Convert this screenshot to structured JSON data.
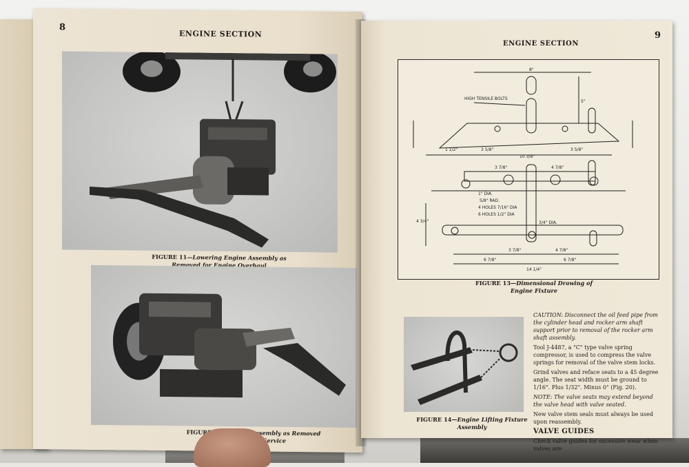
{
  "left_page": {
    "page_number": "8",
    "header": "ENGINE SECTION",
    "figure11_caption_label": "FIGURE 11",
    "figure11_caption_text": "—Lowering Engine Assembly as",
    "figure11_caption_line2": "Removed for Engine Overhaul",
    "figure12_caption_label": "FIGURE 12",
    "figure12_caption_text": "—Engine Assembly as Removed",
    "figure12_caption_line2": "for Overhaul Service"
  },
  "right_page": {
    "page_number": "9",
    "header": "ENGINE SECTION",
    "figure13_caption_label": "FIGURE 13",
    "figure13_caption_text": "—Dimensional Drawing of",
    "figure13_caption_line2": "Engine Fixture",
    "figure14_caption_label": "FIGURE 14",
    "figure14_caption_text": "—Engine Lifting Fixture",
    "figure14_caption_line2": "Assembly",
    "drawing_labels": {
      "bolts": "HIGH TENSILE BOLTS",
      "dim_8": "8\"",
      "dim_5": "5\"",
      "dim_1_1_2": "1 1/2\"",
      "dim_3_5_8": "3 5/8\"",
      "dim_10_3_8": "10 3/8\"",
      "dim_3_5_8b": "3 5/8\"",
      "dim_3_7_8": "3 7/8\"",
      "dim_4_7_8": "4 7/8\"",
      "dia1": "1\" DIA.",
      "rad": "5/8\" RAD.",
      "holes4": "4 HOLES 7/16\" DIA",
      "holes6": "6 HOLES 1/2\" DIA",
      "dia34": "3/4\" DIA.",
      "dim_4_3_4": "4 3/4\"",
      "dim_3_7_8b": "3 7/8\"",
      "dim_4_7_8b": "4 7/8\"",
      "dim_6_7_8": "6 7/8\"",
      "dim_6_7_8b": "6 7/8\"",
      "dim_14_1_4": "14 1/4\""
    },
    "caution_label": "CAUTION:",
    "caution_text": "Disconnect the oil feed pipe from the cylinder head and rocker arm shaft support prior to removal of the rocker arm shaft assembly.",
    "para1": "Tool J-4487, a \"C\" type valve spring compressor, is used to compress the valve springs for removal of the valve stem locks.",
    "para2": "Grind valves and reface seats to a 45 degree angle. The seat width must be ground to 1/16\". Plus 1/32\". Minus 0\" (Fig. 20).",
    "note": "NOTE: The valve seats may extend beyond the valve head with valve seated.",
    "para3": "New valve stem seals must always be used upon reassembly.",
    "section_title": "VALVE GUIDES",
    "para4": "Check valve guides for excessive wear when valves are"
  }
}
